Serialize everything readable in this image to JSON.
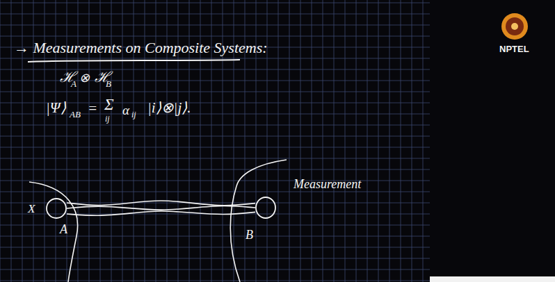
{
  "diagram": {
    "title": "→ Measurements on Composite Systems:",
    "nodes": [
      {
        "text": [
          "A"
        ]
      },
      {
        "text": [
          "B"
        ]
      }
    ],
    "edges": [
      {
        "from": 0,
        "to": 1,
        "arrow": "none"
      },
      {
        "from": 0,
        "to": 1,
        "arrow": "none"
      },
      {
        "from": 0,
        "to": 1,
        "arrow": "none"
      }
    ],
    "labels": [
      "ℋ",
      "A",
      "⊗",
      "ℋ",
      "B",
      "|Ψ⟩",
      "AB",
      "=",
      "Σ",
      "ij",
      "α",
      "ij",
      "|i⟩⊗|j⟩.",
      "Measurement",
      "X",
      "NPTEL"
    ]
  }
}
